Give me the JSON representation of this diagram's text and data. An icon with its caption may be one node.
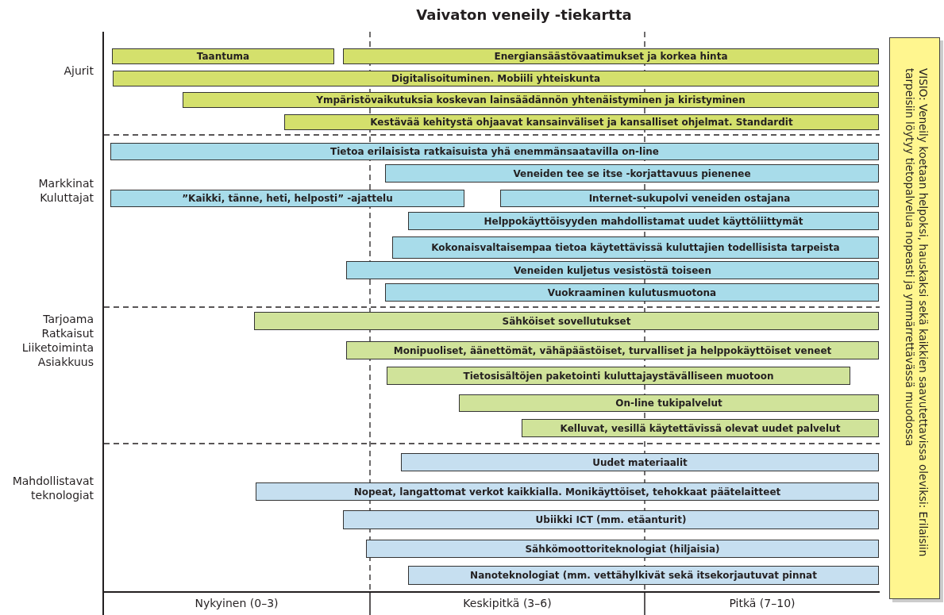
{
  "diagram": {
    "title": "Vaivaton veneily -tiekartta",
    "nodes": [
      {
        "text": [
          "Taantuma"
        ]
      },
      {
        "text": [
          "Energiansäästövaatimukset ja korkea hinta"
        ]
      },
      {
        "text": [
          "Digitalisoituminen. Mobiili yhteiskunta"
        ]
      },
      {
        "text": [
          "Ympäristövaikutuksia koskevan lainsäädännön yhtenäistyminen ja kiristyminen"
        ]
      },
      {
        "text": [
          "Kestävää kehitystä ohjaavat kansainväliset ja kansalliset ohjelmat. Standardit"
        ]
      },
      {
        "text": [
          "Tietoa erilaisista ratkaisuista yhä enemmänsaatavilla on-line"
        ]
      },
      {
        "text": [
          "Veneiden tee se itse -korjattavuus pienenee"
        ]
      },
      {
        "text": [
          "”Kaikki, tänne, heti, helposti” -ajattelu"
        ]
      },
      {
        "text": [
          "Internet-sukupolvi veneiden ostajana"
        ]
      },
      {
        "text": [
          "Helppokäyttöisyyden mahdollistamat uudet käyttöliittymät"
        ]
      },
      {
        "text": [
          "Kokonaisvaltaisempaa tietoa käytettävissä kuluttajien todellisista tarpeista"
        ]
      },
      {
        "text": [
          "Veneiden kuljetus vesistöstä toiseen"
        ]
      },
      {
        "text": [
          "Vuokraaminen kulutusmuotona"
        ]
      },
      {
        "text": [
          "Sähköiset sovellutukset"
        ]
      },
      {
        "text": [
          "Monipuoliset, äänettömät, vähäpäästöiset, turvalliset ja helppokäyttöiset veneet"
        ]
      },
      {
        "text": [
          "Tietosisältöjen paketointi kuluttajaystävälliseen muotoon"
        ]
      },
      {
        "text": [
          "On-line tukipalvelut"
        ]
      },
      {
        "text": [
          "Kelluvat, vesillä käytettävissä olevat uudet palvelut"
        ]
      },
      {
        "text": [
          "Uudet materiaalit"
        ]
      },
      {
        "text": [
          "Nopeat, langattomat verkot kaikkialla. Monikäyttöiset, tehokkaat päätelaitteet"
        ]
      },
      {
        "text": [
          "Ubiikki ICT (mm. etäanturit)"
        ]
      },
      {
        "text": [
          "Sähkömoottoriteknologiat (hiljaisia)"
        ]
      },
      {
        "text": [
          "Nanoteknologiat (mm. vettähylkivät sekä itsekorjautuvat pinnat"
        ]
      },
      {
        "text": [
          "VISIO: Veneily koetaan helpoksi, hauskaksi sekä kaikkien saavutettavissa oleviksi: Erilaisiin tarpeisiin löytyy tietopalvelua nopeasti ja ymmärrettävässä muodossa"
        ]
      }
    ],
    "labels": [
      "Ajurit",
      "Markkinat Kuluttajat",
      "Tarjoama Ratkaisut Liiketoiminta Asiakkuus",
      "Mahdollistavat teknologiat",
      "Nykyinen (0–3)",
      "Keskipitkä (3–6)",
      "Pitkä (7–10)"
    ]
  }
}
